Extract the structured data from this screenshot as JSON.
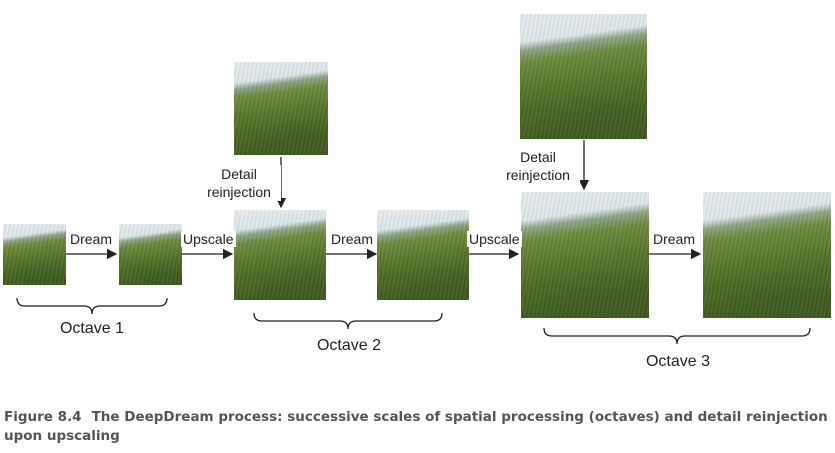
{
  "diagram": {
    "edge_labels": {
      "dream": "Dream",
      "upscale": "Upscale",
      "detail_reinjection": "Detail\nreinjection"
    },
    "octaves": [
      {
        "label": "Octave 1"
      },
      {
        "label": "Octave 2"
      },
      {
        "label": "Octave 3"
      }
    ]
  },
  "caption": {
    "number": "Figure 8.4",
    "text": "The DeepDream process: successive scales of spatial processing (octaves) and detail reinjection upon upscaling"
  },
  "colors": {
    "arrow": "#222222",
    "caption_text": "#555555"
  }
}
